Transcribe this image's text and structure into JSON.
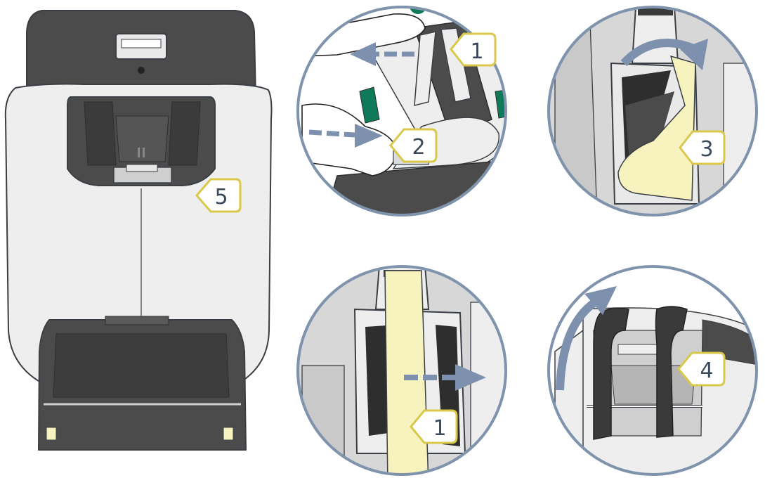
{
  "colors": {
    "ring": "#7f93ad",
    "arrow": "#7d90ad",
    "strap": "#f7f3be",
    "callout_fill": "#ffffff",
    "callout_stroke": "#d9c84a",
    "shell_light": "#eeeeee",
    "shell_dark": "#4b4b4b",
    "accent_green": "#0f7a5a"
  },
  "callouts": {
    "seat": "5",
    "panel_top_middle": [
      "1",
      "2"
    ],
    "panel_top_right": "3",
    "panel_bottom_middle": "1",
    "panel_bottom_right": "4"
  }
}
